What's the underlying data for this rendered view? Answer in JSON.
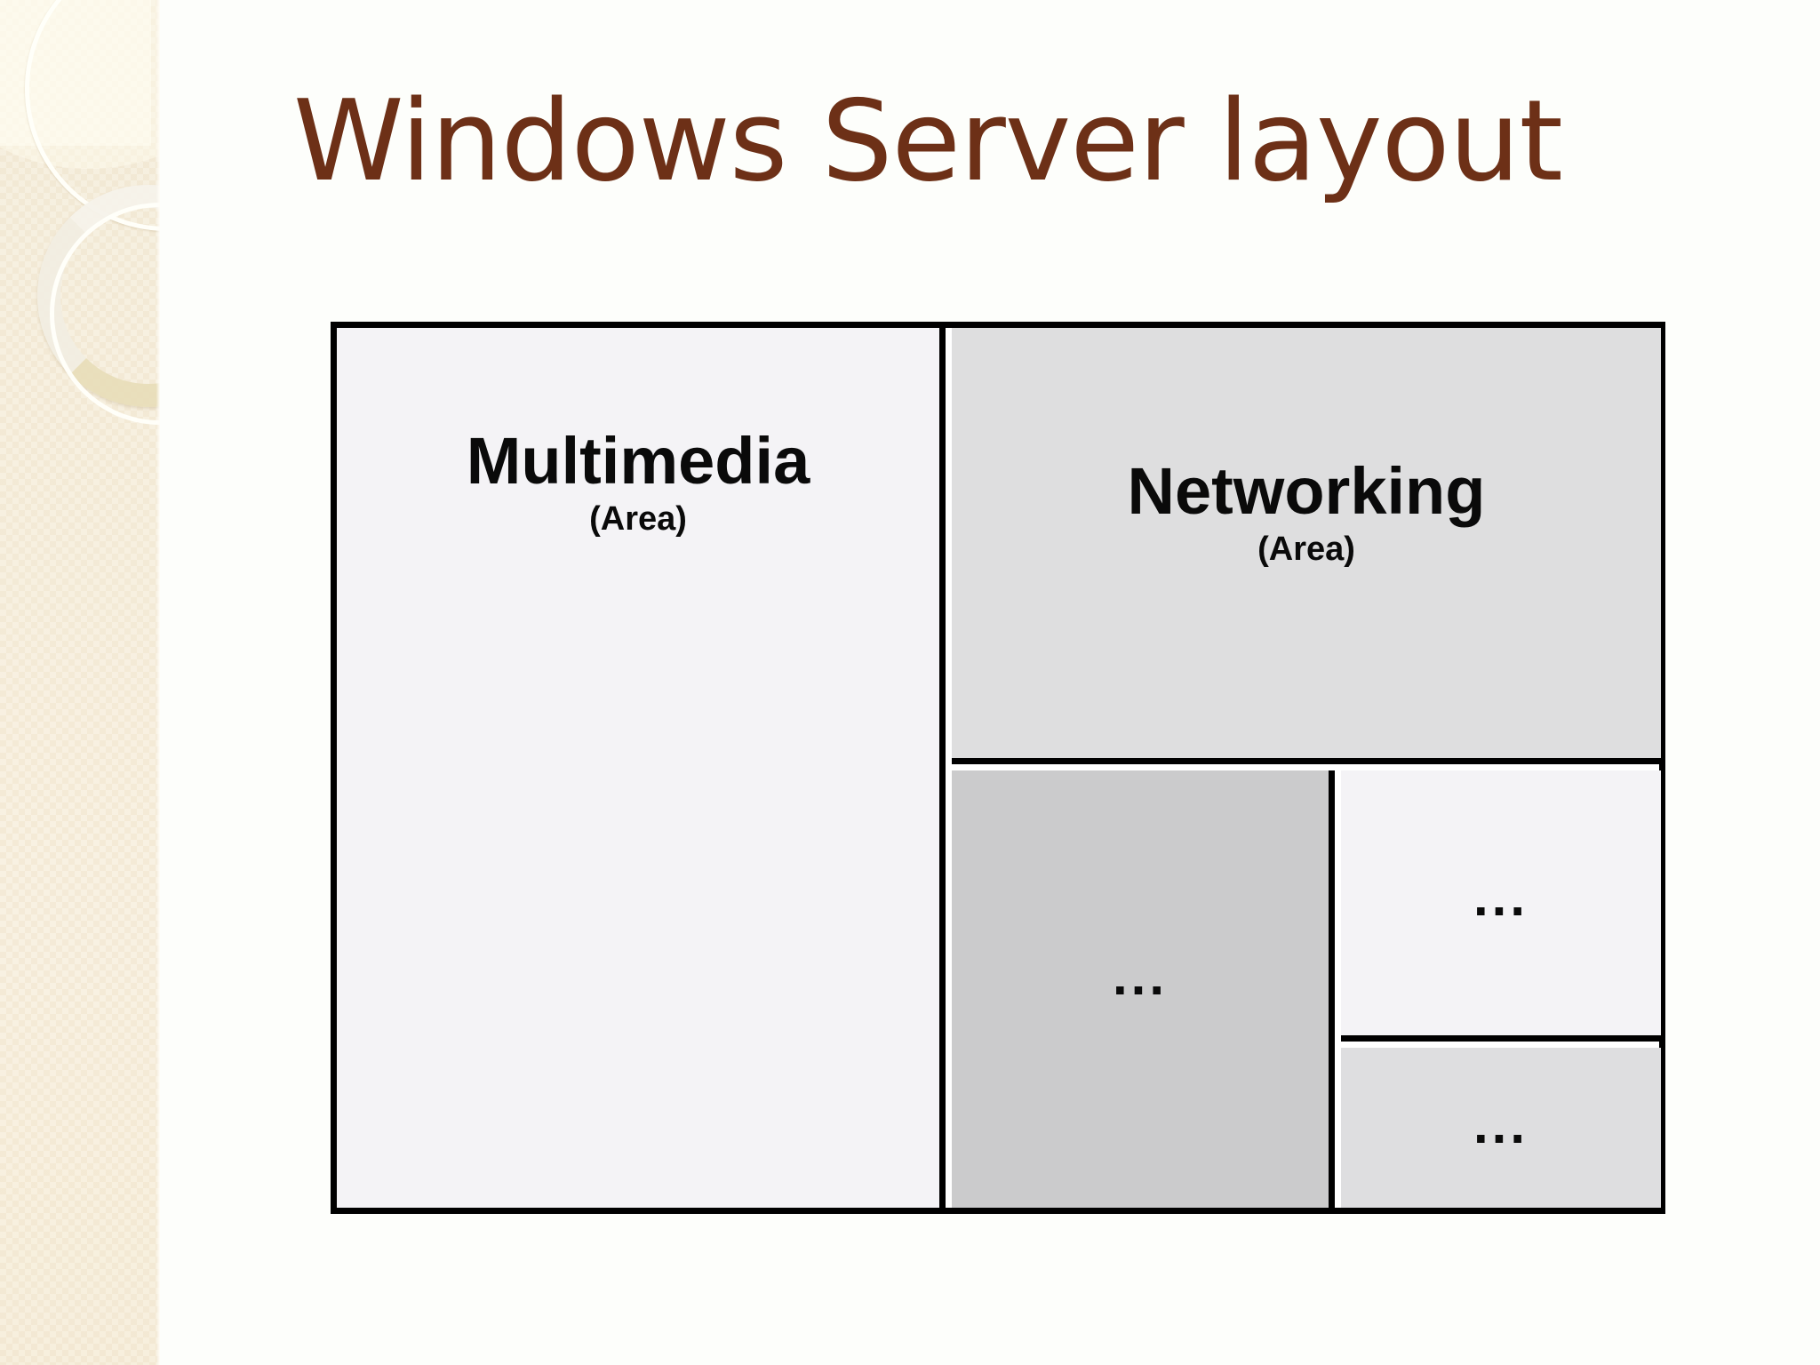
{
  "slide": {
    "title": "Windows Server layout",
    "title_color": "#6d3017",
    "background_color": "#fdfefb"
  },
  "sidebar": {
    "decoration": "beige-textured-panel-with-rings",
    "base_color": "#f7f0e0",
    "accent_color": "#eee7ce"
  },
  "diagram": {
    "type": "nested-box-layout",
    "border_color": "#000000",
    "cells": [
      {
        "id": "multimedia",
        "heading": "Multimedia",
        "sub": "(Area)",
        "fill": "#f4f3f6"
      },
      {
        "id": "networking",
        "heading": "Networking",
        "sub": "(Area)",
        "fill": "#dededf"
      },
      {
        "id": "sub1",
        "dots": "...",
        "fill": "#cbcbcc"
      },
      {
        "id": "sub2",
        "dots": "...",
        "fill": "#f4f3f6"
      },
      {
        "id": "sub3",
        "dots": "...",
        "fill": "#dedee0"
      }
    ]
  }
}
